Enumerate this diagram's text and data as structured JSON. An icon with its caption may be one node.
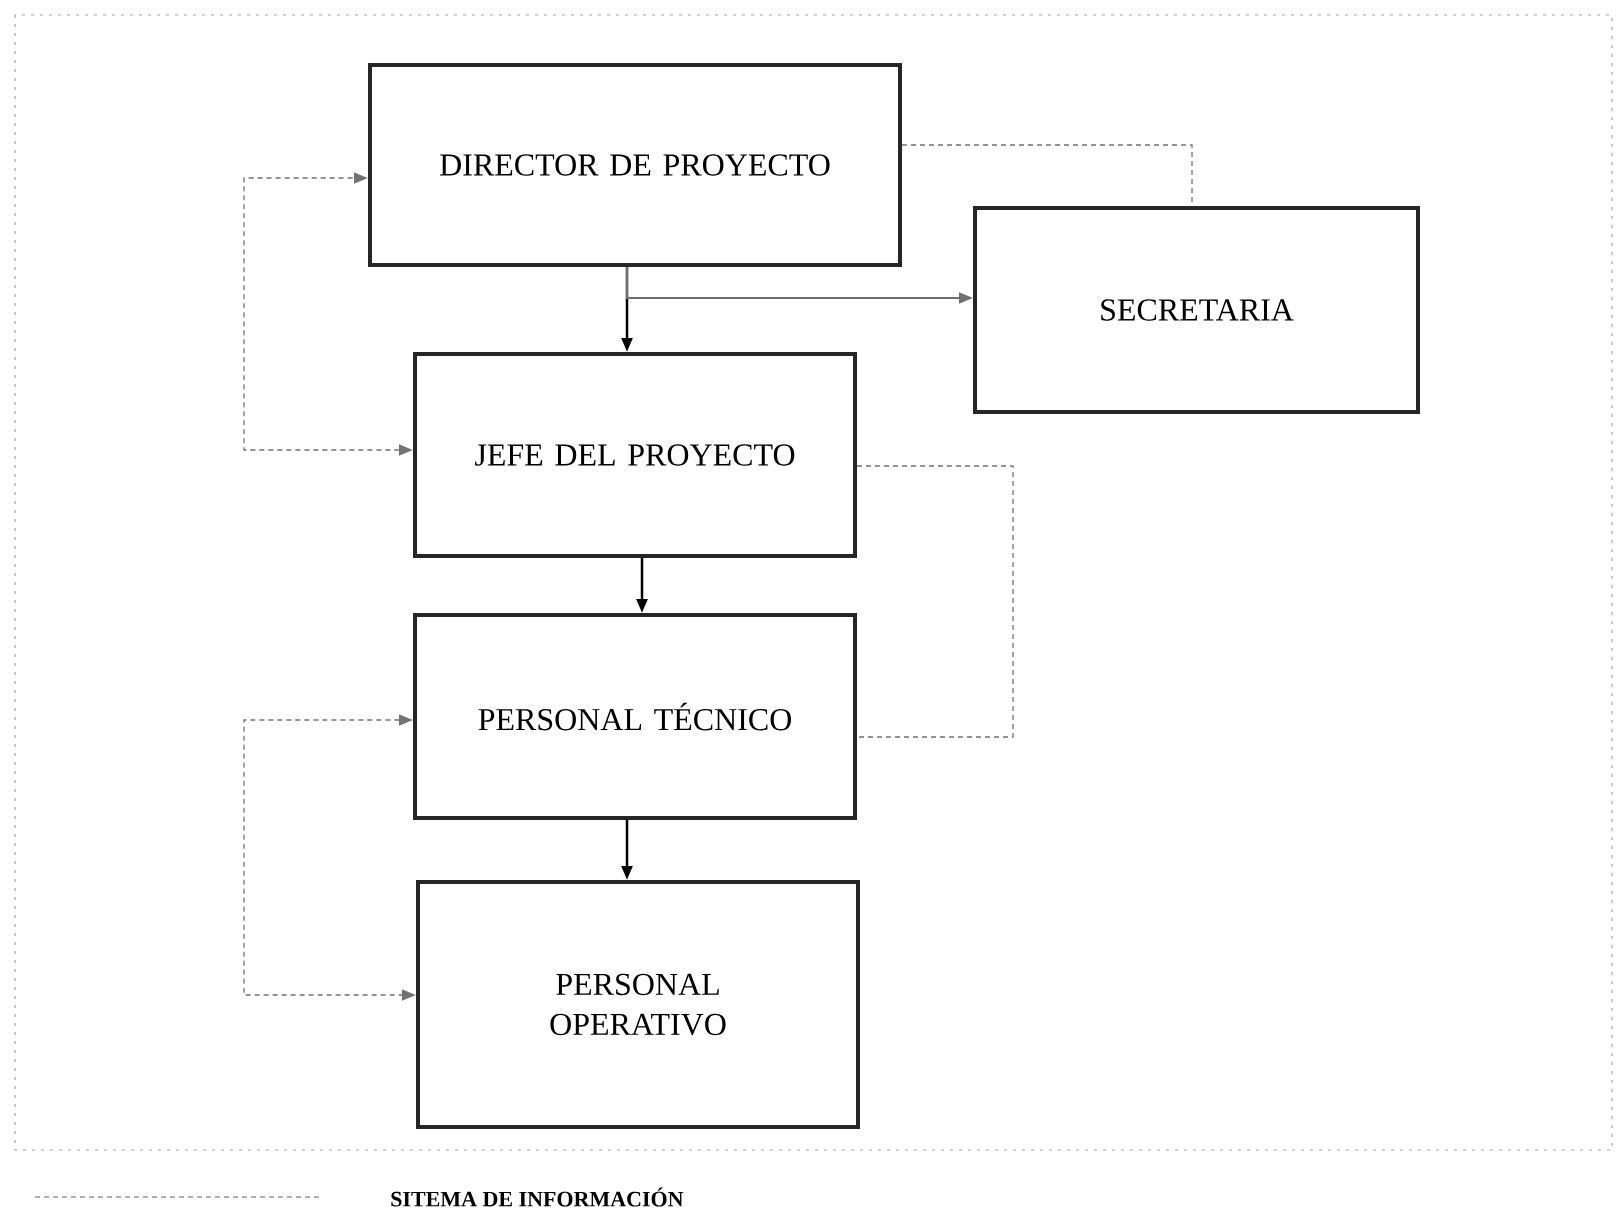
{
  "diagram": {
    "nodes": [
      {
        "text": [
          "DIRECTOR DE PROYECTO"
        ]
      },
      {
        "text": [
          "SECRETARIA"
        ]
      },
      {
        "text": [
          "JEFE DEL  PROYECTO"
        ]
      },
      {
        "text": [
          "PERSONAL TÉCNICO"
        ]
      },
      {
        "text": [
          "PERSONAL OPERATIVO"
        ]
      }
    ],
    "edges": [
      {
        "from": 0,
        "to": 2,
        "arrow": "to",
        "color": "#000000"
      },
      {
        "from": 0,
        "to": 1,
        "arrow": "to",
        "color": "#707070"
      },
      {
        "from": 0,
        "to": 1,
        "arrow": "none",
        "style": "dashed"
      },
      {
        "from": 2,
        "to": 0,
        "arrow": "both",
        "style": "dashed"
      },
      {
        "from": 2,
        "to": 3,
        "arrow": "none",
        "style": "dashed"
      },
      {
        "from": 2,
        "to": 3,
        "arrow": "to",
        "color": "#000000"
      },
      {
        "from": 3,
        "to": 4,
        "arrow": "both",
        "style": "dashed"
      },
      {
        "from": 3,
        "to": 4,
        "arrow": "to",
        "color": "#000000"
      }
    ],
    "legend": [
      {
        "text": "SITEMA DE INFORMACIÓN"
      }
    ]
  }
}
